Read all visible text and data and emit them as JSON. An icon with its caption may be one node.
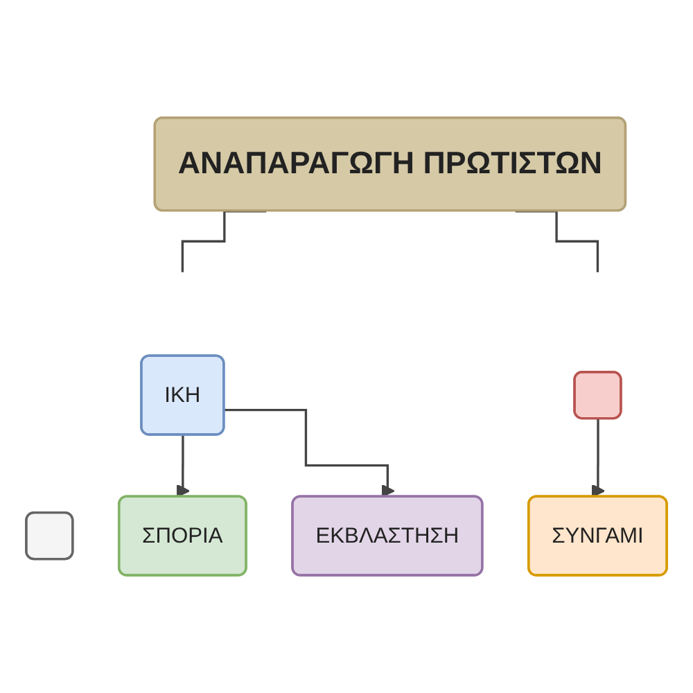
{
  "diagram": {
    "nodes": [
      {
        "text": [
          "ΑΝΑΠΑΡΑΓΩΓΗ ΠΡΩΤΙΣΤΩΝ"
        ]
      },
      {
        "text": [
          "ΙΚΗ"
        ]
      },
      {
        "text": [],
        "shape": "box"
      },
      {
        "text": [],
        "shape": "box"
      },
      {
        "text": [
          "ΣΠΟΡΙΑ"
        ]
      },
      {
        "text": [
          "ΕΚΒΛΑΣΤΗΣΗ"
        ]
      },
      {
        "text": [
          "ΣΥΝΓΑΜΙ"
        ]
      }
    ],
    "edges": [
      {
        "from": 0,
        "to": null,
        "arrow": "none"
      },
      {
        "from": 0,
        "to": null,
        "arrow": "none"
      },
      {
        "from": 1,
        "to": 4,
        "arrow": "to"
      },
      {
        "from": 1,
        "to": 5,
        "arrow": "to"
      },
      {
        "from": 2,
        "to": 6,
        "arrow": "to"
      }
    ]
  }
}
